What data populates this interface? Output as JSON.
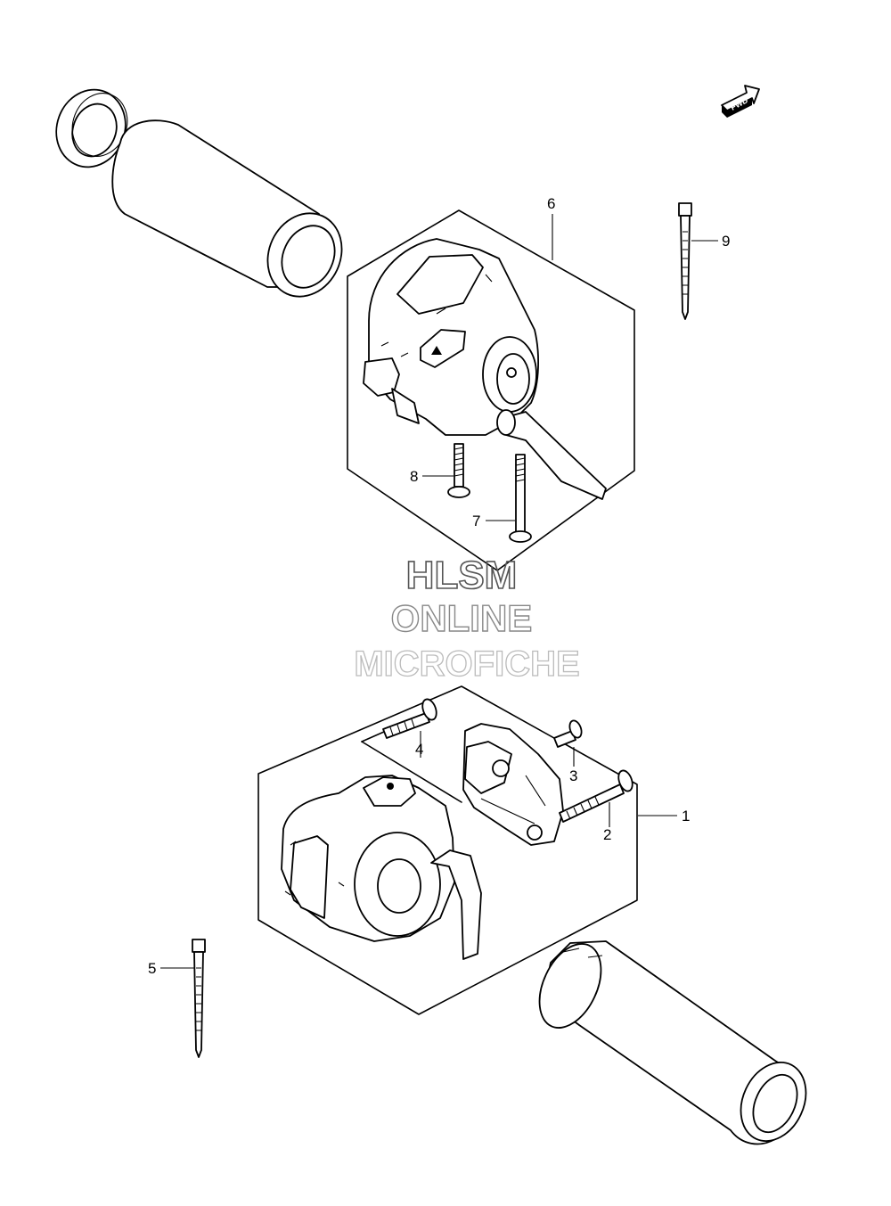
{
  "direction_marker": {
    "text": "FWD"
  },
  "callouts": [
    {
      "id": "1",
      "text": "1"
    },
    {
      "id": "2",
      "text": "2"
    },
    {
      "id": "3",
      "text": "3"
    },
    {
      "id": "4",
      "text": "4"
    },
    {
      "id": "5",
      "text": "5"
    },
    {
      "id": "6",
      "text": "6"
    },
    {
      "id": "7",
      "text": "7"
    },
    {
      "id": "8",
      "text": "8"
    },
    {
      "id": "9",
      "text": "9"
    }
  ],
  "watermark": {
    "line1": "HLSM",
    "line2": "ONLINE",
    "line3": "MICROFICHE",
    "colors": {
      "line1": "#555555",
      "line2": "#888888",
      "line3": "#bbbbbb"
    }
  }
}
